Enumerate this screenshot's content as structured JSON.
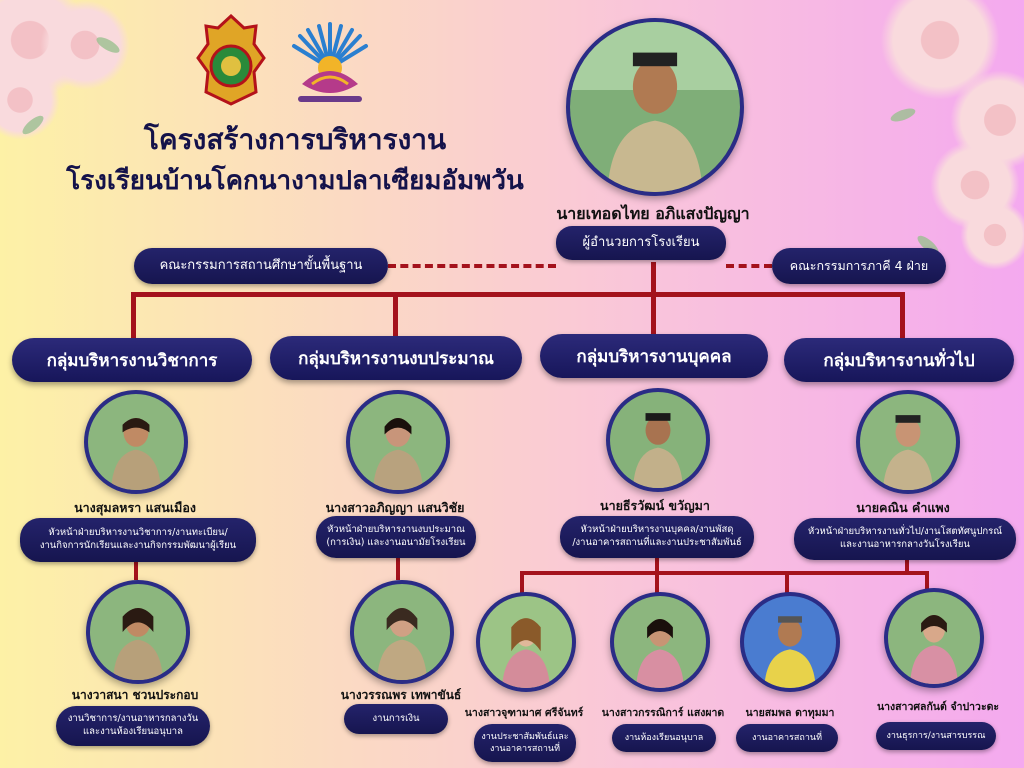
{
  "header": {
    "title_line1": "โครงสร้างการบริหารงาน",
    "title_line2": "โรงเรียนบ้านโคกนางามปลาเซียมอัมพวัน"
  },
  "director": {
    "name": "นายเทอดไทย  อภิแสงปัญญา",
    "position": "ผู้อำนวยการโรงเรียน"
  },
  "committees": {
    "left": "คณะกรรมการสถานศึกษาขั้นพื้นฐาน",
    "right": "คณะกรรมการภาคี 4 ฝ่าย"
  },
  "groups": [
    {
      "label": "กลุ่มบริหารงานวิชาการ"
    },
    {
      "label": "กลุ่มบริหารงานงบประมาณ"
    },
    {
      "label": "กลุ่มบริหารงานบุคคล"
    },
    {
      "label": "กลุ่มบริหารงานทั่วไป"
    }
  ],
  "heads": [
    {
      "name": "นางสุมลหรา แสนเมือง",
      "role_line1": "หัวหน้าฝ่ายบริหารงานวิชาการ/งานทะเบียน/",
      "role_line2": "งานกิจการนักเรียนและงานกิจกรรมพัฒนาผู้เรียน"
    },
    {
      "name": "นางสาวอภิญญา แสนวิชัย",
      "role_line1": "หัวหน้าฝ่ายบริหารงานงบประมาณ",
      "role_line2": "(การเงิน) และงานอนามัยโรงเรียน"
    },
    {
      "name": "นายธีรวัฒน์ ขวัญมา",
      "role_line1": "หัวหน้าฝ่ายบริหารงานบุคคล/งานพัสดุ",
      "role_line2": "/งานอาคารสถานที่และงานประชาสัมพันธ์"
    },
    {
      "name": "นายคณิน คำแพง",
      "role_line1": "หัวหน้าฝ่ายบริหารงานทั่วไป/งานโสตทัศนูปกรณ์",
      "role_line2": "และงานอาหารกลางวันโรงเรียน"
    }
  ],
  "staff": [
    {
      "name": "นางวาสนา ชวนประกอบ",
      "role_line1": "งานวิชาการ/งานอาหารกลางวัน",
      "role_line2": "และงานห้องเรียนอนุบาล"
    },
    {
      "name": "นางวรรณพร เทพาขันธ์",
      "role_line1": "งานการเงิน",
      "role_line2": ""
    },
    {
      "name": "นางสาวจุฑามาศ ศรีจันทร์",
      "role_line1": "งานประชาสัมพันธ์และ",
      "role_line2": "งานอาคารสถานที่"
    },
    {
      "name": "นางสาวกรรณิการ์ แสงผาด",
      "role_line1": "งานห้องเรียนอนุบาล",
      "role_line2": ""
    },
    {
      "name": "นายสมพล ดาทุมมา",
      "role_line1": "งานอาคารสถานที่",
      "role_line2": ""
    },
    {
      "name": "นางสาวศลกันต์ จำปาวะดะ",
      "role_line1": "งานธุรการ/งานสารบรรณ",
      "role_line2": ""
    }
  ],
  "colors": {
    "connector": "#a4121c",
    "pill": "#1a1958",
    "title": "#14124a"
  },
  "icons": {
    "logo_left": "school-emblem-logo",
    "logo_right": "lotus-sun-logo"
  }
}
